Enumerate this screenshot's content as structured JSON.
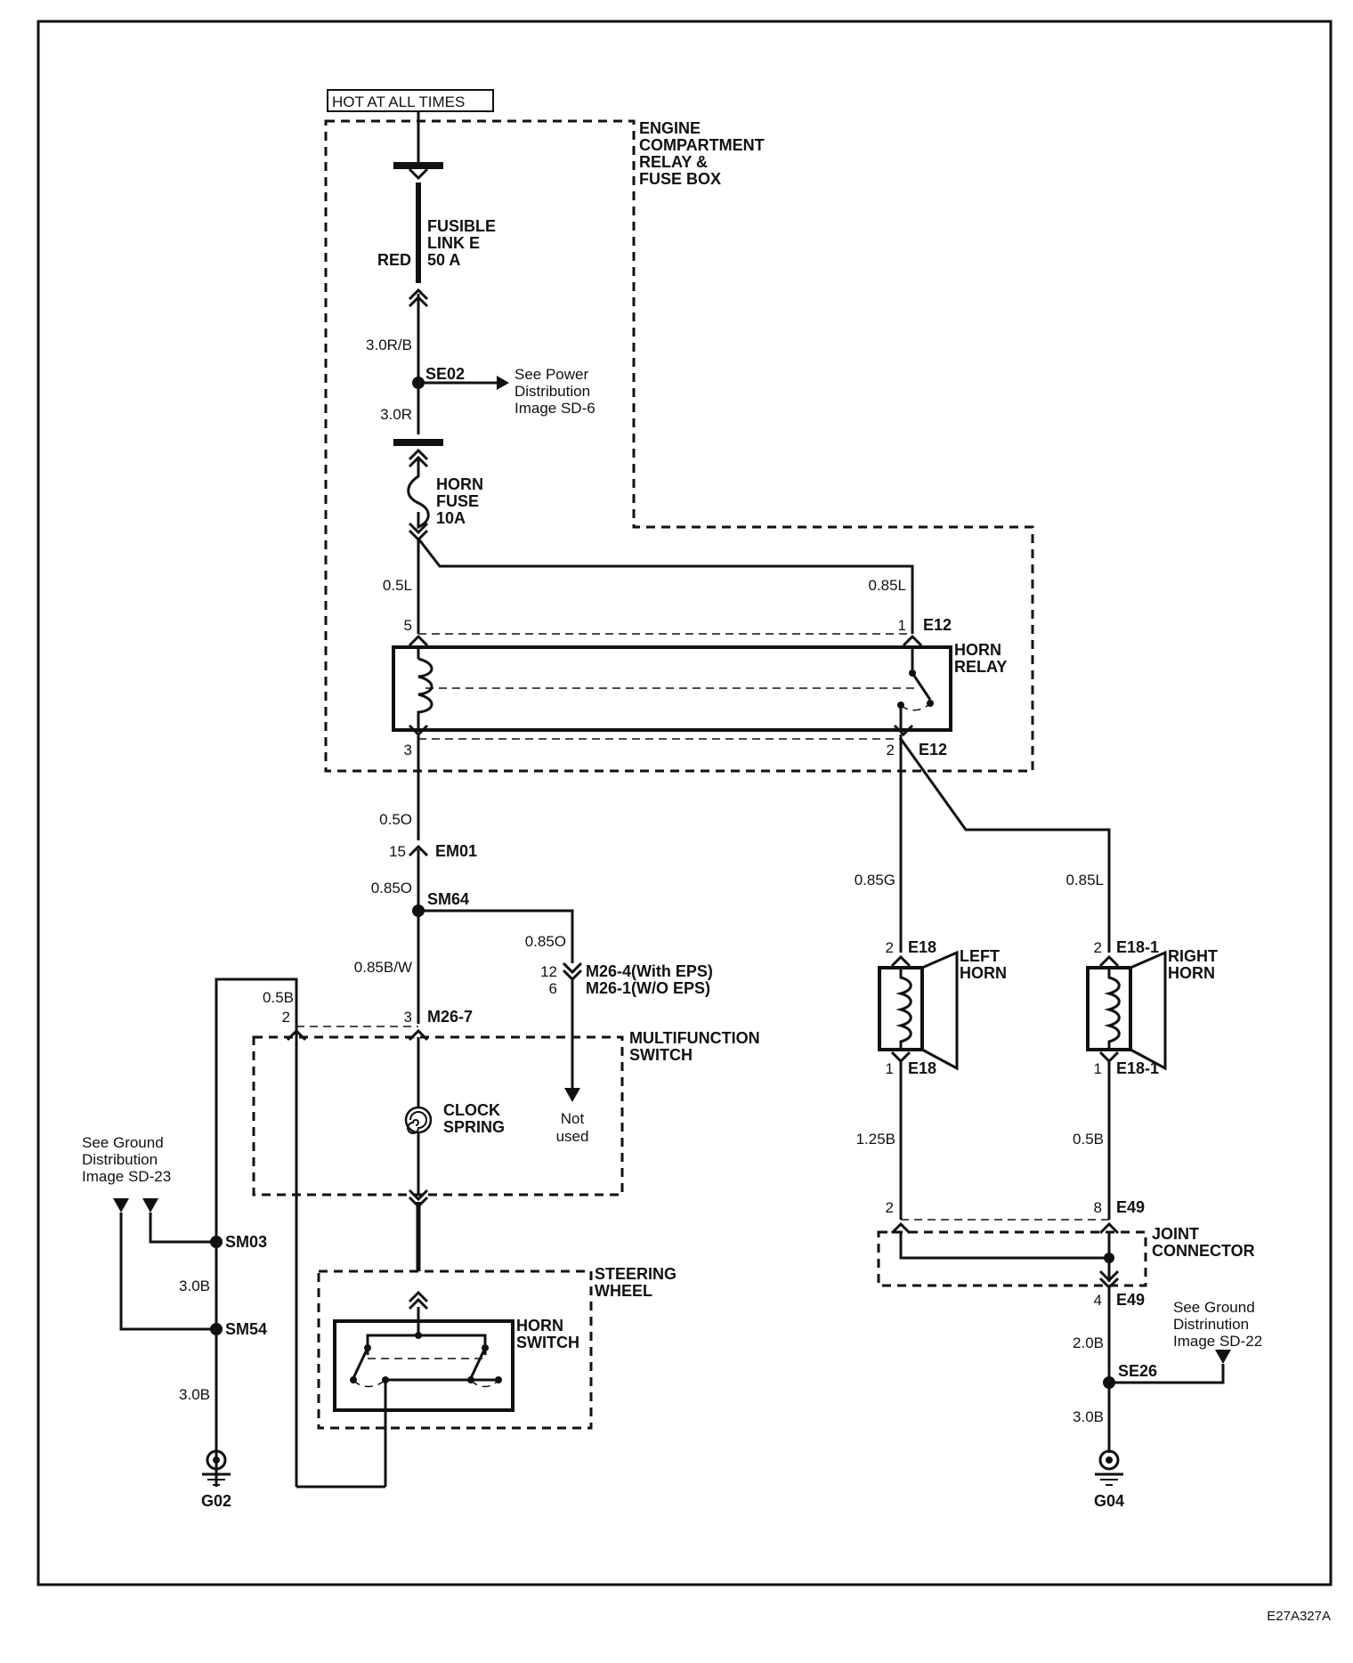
{
  "border_code": "E27A327A",
  "header": {
    "hot_at_all_times": "HOT AT ALL TIMES"
  },
  "boxes": {
    "engine_box": [
      "ENGINE",
      "COMPARTMENT",
      "RELAY &",
      "FUSE BOX"
    ],
    "multifunction_switch": [
      "MULTIFUNCTION",
      "SWITCH"
    ],
    "steering_wheel": [
      "STEERING",
      "WHEEL"
    ],
    "joint_connector": [
      "JOINT",
      "CONNECTOR"
    ]
  },
  "components": {
    "fusible_link": [
      "FUSIBLE",
      "LINK E",
      "50 A"
    ],
    "fusible_color": "RED",
    "horn_fuse": [
      "HORN",
      "FUSE",
      "10A"
    ],
    "horn_relay": [
      "HORN",
      "RELAY"
    ],
    "clock_spring": [
      "CLOCK",
      "SPRING"
    ],
    "horn_switch": [
      "HORN",
      "SWITCH"
    ],
    "left_horn": [
      "LEFT",
      "HORN"
    ],
    "right_horn": [
      "RIGHT",
      "HORN"
    ],
    "not_used": [
      "Not",
      "used"
    ]
  },
  "wires": {
    "w_30rb": "3.0R/B",
    "w_30r": "3.0R",
    "w_05l": "0.5L",
    "w_085l_top": "0.85L",
    "w_05o": "0.5O",
    "w_085o": "0.85O",
    "w_085o_right": "0.85O",
    "w_085bw": "0.85B/W",
    "w_05b_left": "0.5B",
    "w_30b_a": "3.0B",
    "w_30b_b": "3.0B",
    "w_085g": "0.85G",
    "w_085l_right": "0.85L",
    "w_125b": "1.25B",
    "w_05b_right": "0.5B",
    "w_20b": "2.0B",
    "w_30b_c": "3.0B"
  },
  "connectors": {
    "se02": "SE02",
    "e12_top": "E12",
    "e12_bottom": "E12",
    "pin5": "5",
    "pin1": "1",
    "pin3": "3",
    "pin2": "2",
    "em01_pin": "15",
    "em01": "EM01",
    "sm64": "SM64",
    "m26_4_pin": "12",
    "m26_4": "M26-4(With EPS)",
    "m26_1_pin": "6",
    "m26_1": "M26-1(W/O EPS)",
    "m26_7_pin": "3",
    "m26_7": "M26-7",
    "m26_left_pin": "2",
    "sm03": "SM03",
    "sm54": "SM54",
    "g02": "G02",
    "e18_top_pin": "2",
    "e18_top": "E18",
    "e18_bot_pin": "1",
    "e18_bot": "E18",
    "e181_top_pin": "2",
    "e181_top": "E18-1",
    "e181_bot_pin": "1",
    "e181_bot": "E18-1",
    "jc_left_pin": "2",
    "jc_right_pin": "8",
    "e49_top": "E49",
    "e49_bot_pin": "4",
    "e49_bot": "E49",
    "se26": "SE26",
    "g04": "G04"
  },
  "references": {
    "power_dist": [
      "See Power",
      "Distribution",
      "Image    SD-6"
    ],
    "ground_left": [
      "See Ground",
      "Distribution",
      "Image SD-23"
    ],
    "ground_right": [
      "See Ground",
      "Distrinution",
      "Image    SD-22"
    ]
  }
}
